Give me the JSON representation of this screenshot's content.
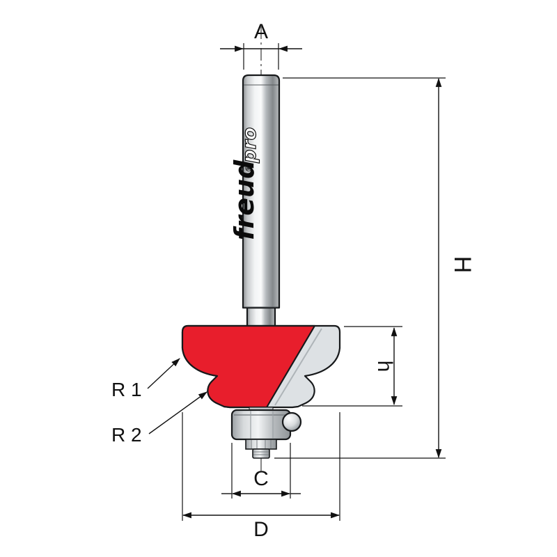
{
  "diagram": {
    "type": "technical-drawing",
    "subject": "router bit with ball-bearing guide, double-radius ogee profile",
    "brand": {
      "name": "freud",
      "reg": "®",
      "sub": "pro"
    },
    "colors": {
      "cutter_red": "#e81e2c",
      "steel_light": "#dde1e4",
      "outline": "#17191b",
      "background": "#ffffff"
    },
    "dimensions": {
      "shank_diameter": "A",
      "overall_height": "H",
      "cutter_height": "h",
      "bearing_diameter": "C",
      "cutter_diameter": "D",
      "radius_1": "R 1",
      "radius_2": "R 2"
    }
  }
}
